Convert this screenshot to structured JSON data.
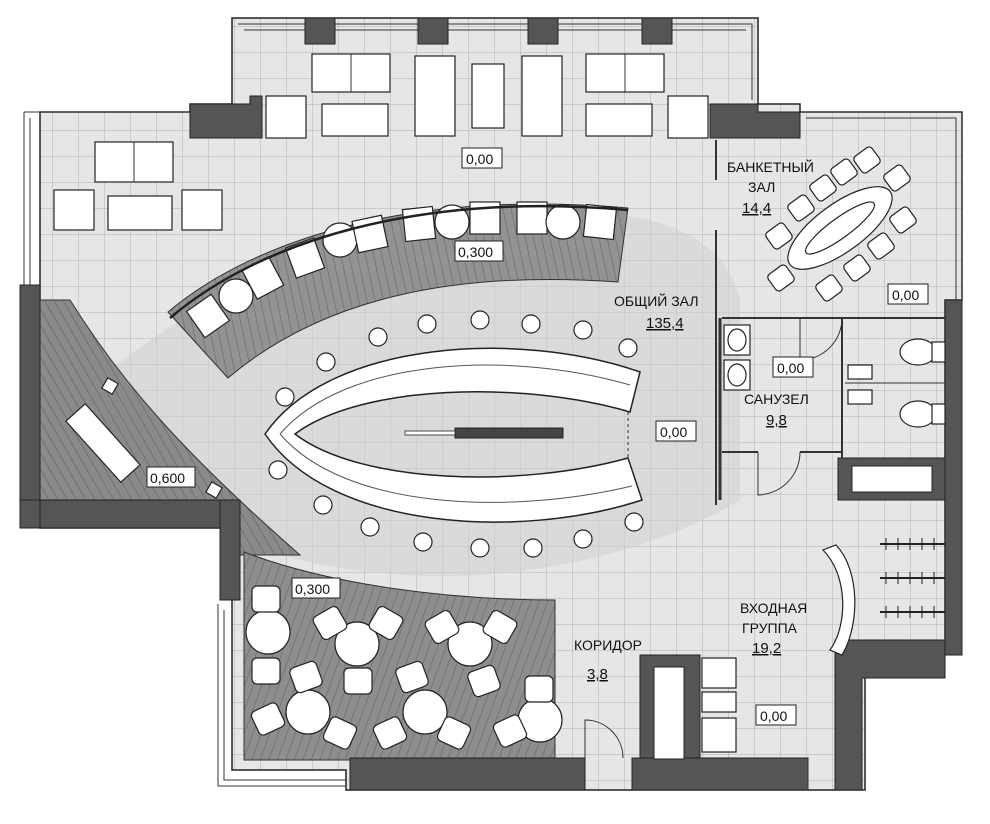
{
  "rooms": {
    "banquet_name_1": "БАНКЕТНЫЙ",
    "banquet_name_2": "ЗАЛ",
    "banquet_area": "14,4",
    "hall_name": "ОБЩИЙ ЗАЛ",
    "hall_area": "135,4",
    "wc_name": "САНУЗЕЛ",
    "wc_area": "9,8",
    "entry_name_1": "ВХОДНАЯ",
    "entry_name_2": "ГРУППА",
    "entry_area": "19,2",
    "corridor_name": "КОРИДОР",
    "corridor_area": "3,8"
  },
  "levels": {
    "top_terrace": "0,00",
    "booth_platform": "0,300",
    "banquet": "0,00",
    "wc": "0,00",
    "bar_area": "0,00",
    "left_platform": "0,600",
    "lower_platform": "0,300",
    "entry": "0,00"
  },
  "colors": {
    "wall": "#555555",
    "floor_light": "#e8e8e8",
    "floor_dark": "#9a9a9a",
    "floor_mid": "#c4c4c4",
    "grid_line": "#b5b5b5"
  }
}
